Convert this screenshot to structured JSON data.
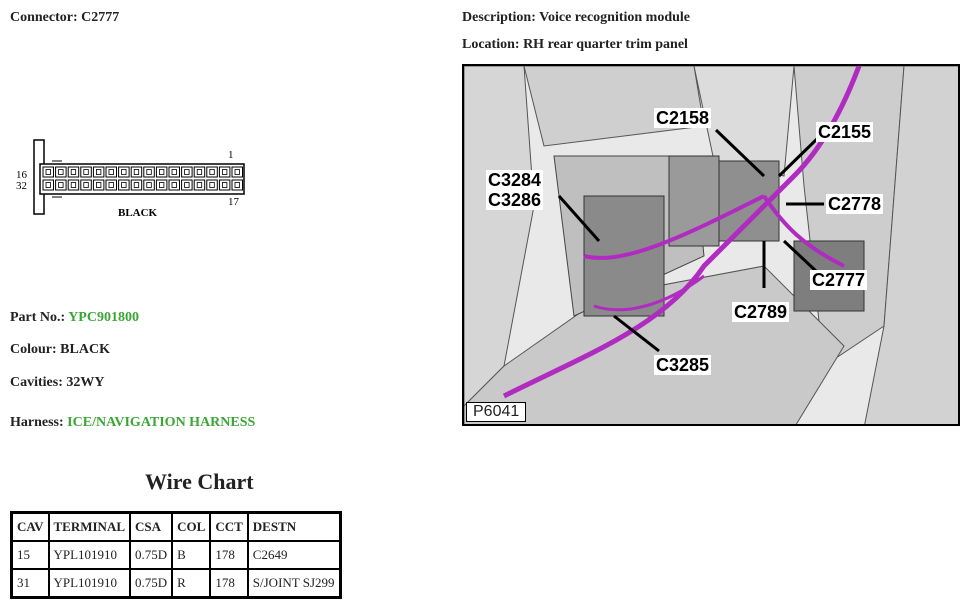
{
  "connector": {
    "label": "Connector:",
    "value": "C2777"
  },
  "description": {
    "label": "Description:",
    "value": "Voice recognition module"
  },
  "location": {
    "label": "Location:",
    "value": "RH rear quarter trim panel"
  },
  "drawing": {
    "pin_top_left": "16",
    "pin_bottom_left": "32",
    "pin_top_right": "1",
    "pin_bottom_right": "17",
    "color_label": "BLACK"
  },
  "part_no": {
    "label": "Part No.:",
    "value": "YPC901800"
  },
  "colour": {
    "label": "Colour:",
    "value": "BLACK"
  },
  "cavities": {
    "label": "Cavities:",
    "value": "32WY"
  },
  "harness": {
    "label": "Harness:",
    "value": "ICE/NAVIGATION HARNESS"
  },
  "wire_chart": {
    "title": "Wire Chart",
    "headers": [
      "CAV",
      "TERMINAL",
      "CSA",
      "COL",
      "CCT",
      "DESTN"
    ],
    "rows": [
      [
        "15",
        "YPL101910",
        "0.75D",
        "B",
        "178",
        "C2649"
      ],
      [
        "31",
        "YPL101910",
        "0.75D",
        "R",
        "178",
        "S/JOINT SJ299"
      ]
    ]
  },
  "figure": {
    "id": "P6041",
    "callouts": {
      "c2158": "C2158",
      "c2155": "C2155",
      "c3284": "C3284",
      "c3286": "C3286",
      "c2778": "C2778",
      "c2777": "C2777",
      "c2789": "C2789",
      "c3285": "C3285"
    }
  },
  "colors": {
    "green_text": "#3aa635",
    "harness_magenta": "#b02cc0"
  }
}
